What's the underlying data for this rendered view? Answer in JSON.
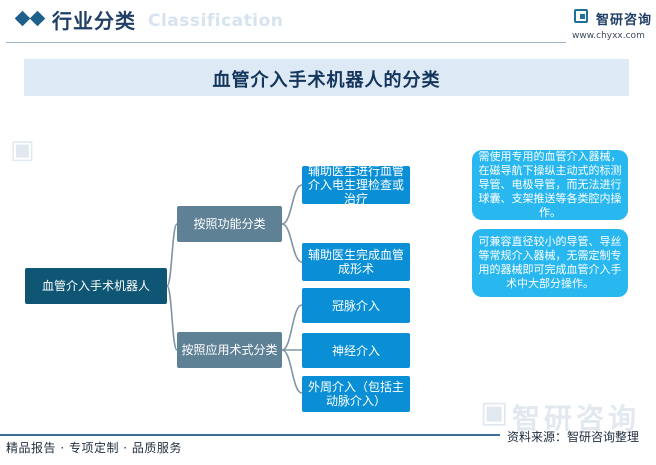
{
  "header": {
    "title": "行业分类",
    "ghost": "Classification",
    "brand_name": "智研咨询",
    "brand_url": "www.chyxx.com"
  },
  "main": {
    "title": "血管介入手术机器人的分类"
  },
  "diagram": {
    "root": "血管介入手术机器人",
    "branches": [
      {
        "label": "按照功能分类",
        "children": [
          {
            "label": "辅助医生进行血管介入电生理检查或治疗",
            "note": "需使用专用的血管介入器械，在磁导航下操纵主动式的标测导管、电极导管，而无法进行球囊、支架推送等各类腔内操作。"
          },
          {
            "label": "辅助医生完成血管成形术",
            "note": "可兼容直径较小的导管、导丝等常规介入器械，无需定制专用的器械即可完成血管介入手术中大部分操作。"
          }
        ]
      },
      {
        "label": "按照应用术式分类",
        "children": [
          {
            "label": "冠脉介入"
          },
          {
            "label": "神经介入"
          },
          {
            "label": "外周介入（包括主动脉介入）"
          }
        ]
      }
    ],
    "colors": {
      "root": "#0e5673",
      "branch": "#5e8196",
      "leaf": "#0a8fd6",
      "note": "#29b7f0",
      "edge": "#7f95a6"
    }
  },
  "watermark": {
    "brand": "智研咨询"
  },
  "footer": {
    "left": "精品报告 · 专项定制 · 品质服务",
    "source": "资料来源：智研咨询整理"
  }
}
